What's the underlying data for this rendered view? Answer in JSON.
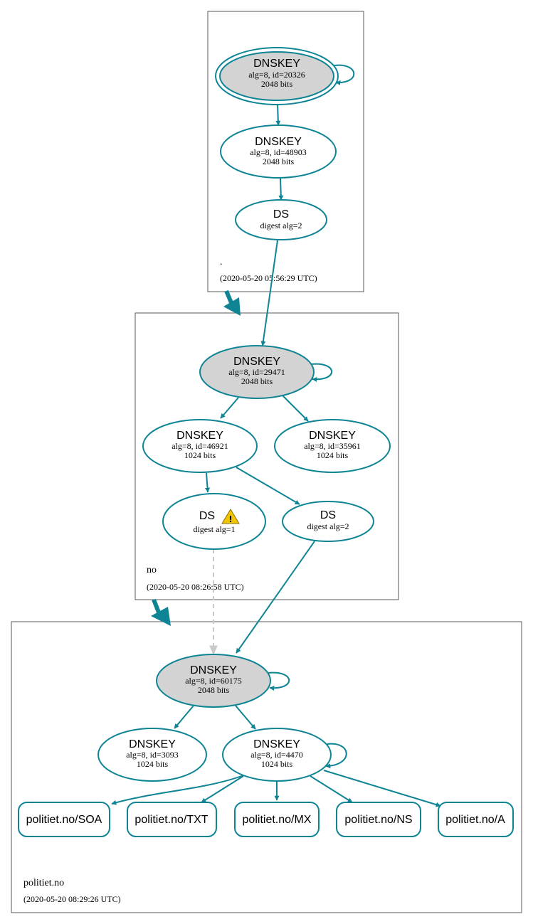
{
  "zones": [
    {
      "name": ".",
      "timestamp": "(2020-05-20 05:56:29 UTC)"
    },
    {
      "name": "no",
      "timestamp": "(2020-05-20 08:26:58 UTC)"
    },
    {
      "name": "politiet.no",
      "timestamp": "(2020-05-20 08:29:26 UTC)"
    }
  ],
  "nodes": {
    "root_ksk": {
      "title": "DNSKEY",
      "line1": "alg=8, id=20326",
      "line2": "2048 bits"
    },
    "root_zsk": {
      "title": "DNSKEY",
      "line1": "alg=8, id=48903",
      "line2": "2048 bits"
    },
    "root_ds": {
      "title": "DS",
      "line1": "digest alg=2"
    },
    "no_ksk": {
      "title": "DNSKEY",
      "line1": "alg=8, id=29471",
      "line2": "2048 bits"
    },
    "no_zsk1": {
      "title": "DNSKEY",
      "line1": "alg=8, id=46921",
      "line2": "1024 bits"
    },
    "no_zsk2": {
      "title": "DNSKEY",
      "line1": "alg=8, id=35961",
      "line2": "1024 bits"
    },
    "no_ds1": {
      "title": "DS",
      "line1": "digest alg=1"
    },
    "no_ds2": {
      "title": "DS",
      "line1": "digest alg=2"
    },
    "p_ksk": {
      "title": "DNSKEY",
      "line1": "alg=8, id=60175",
      "line2": "2048 bits"
    },
    "p_zsk1": {
      "title": "DNSKEY",
      "line1": "alg=8, id=3093",
      "line2": "1024 bits"
    },
    "p_zsk2": {
      "title": "DNSKEY",
      "line1": "alg=8, id=4470",
      "line2": "1024 bits"
    }
  },
  "records": [
    {
      "label": "politiet.no/SOA"
    },
    {
      "label": "politiet.no/TXT"
    },
    {
      "label": "politiet.no/MX"
    },
    {
      "label": "politiet.no/NS"
    },
    {
      "label": "politiet.no/A"
    }
  ],
  "colors": {
    "edge": "#0e8494",
    "ksk_fill": "#d3d3d3",
    "warning": "#f2c500",
    "insecure_edge": "#c9c9c9"
  }
}
